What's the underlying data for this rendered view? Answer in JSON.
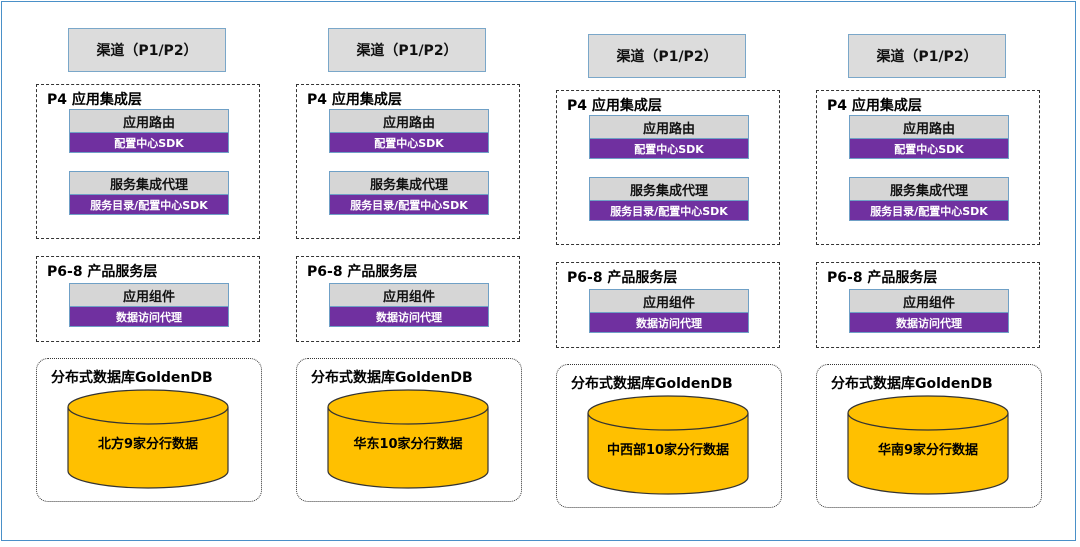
{
  "columns": [
    {
      "channel": "渠道（P1/P2）",
      "integration_layer": {
        "title": "P4 应用集成层",
        "modules": [
          {
            "name": "应用路由",
            "tech": "配置中心SDK"
          },
          {
            "name": "服务集成代理",
            "tech": "服务目录/配置中心SDK"
          }
        ]
      },
      "service_layer": {
        "title": "P6-8 产品服务层",
        "module": {
          "name": "应用组件",
          "tech": "数据访问代理"
        }
      },
      "database": {
        "title": "分布式数据库GoldenDB",
        "label": "北方9家分行数据"
      }
    },
    {
      "channel": "渠道（P1/P2）",
      "integration_layer": {
        "title": "P4 应用集成层",
        "modules": [
          {
            "name": "应用路由",
            "tech": "配置中心SDK"
          },
          {
            "name": "服务集成代理",
            "tech": "服务目录/配置中心SDK"
          }
        ]
      },
      "service_layer": {
        "title": "P6-8 产品服务层",
        "module": {
          "name": "应用组件",
          "tech": "数据访问代理"
        }
      },
      "database": {
        "title": "分布式数据库GoldenDB",
        "label": "华东10家分行数据"
      }
    },
    {
      "channel": "渠道（P1/P2）",
      "integration_layer": {
        "title": "P4 应用集成层",
        "modules": [
          {
            "name": "应用路由",
            "tech": "配置中心SDK"
          },
          {
            "name": "服务集成代理",
            "tech": "服务目录/配置中心SDK"
          }
        ]
      },
      "service_layer": {
        "title": "P6-8 产品服务层",
        "module": {
          "name": "应用组件",
          "tech": "数据访问代理"
        }
      },
      "database": {
        "title": "分布式数据库GoldenDB",
        "label": "中西部10家分行数据"
      }
    },
    {
      "channel": "渠道（P1/P2）",
      "integration_layer": {
        "title": "P4 应用集成层",
        "modules": [
          {
            "name": "应用路由",
            "tech": "配置中心SDK"
          },
          {
            "name": "服务集成代理",
            "tech": "服务目录/配置中心SDK"
          }
        ]
      },
      "service_layer": {
        "title": "P6-8 产品服务层",
        "module": {
          "name": "应用组件",
          "tech": "数据访问代理"
        }
      },
      "database": {
        "title": "分布式数据库GoldenDB",
        "label": "华南9家分行数据"
      }
    }
  ],
  "colors": {
    "channel_fill": "#dcdcdc",
    "module_fill": "#d6d6d6",
    "tech_bar": "#7030a0",
    "cylinder": "#ffc000",
    "frame": "#4a90c8"
  }
}
